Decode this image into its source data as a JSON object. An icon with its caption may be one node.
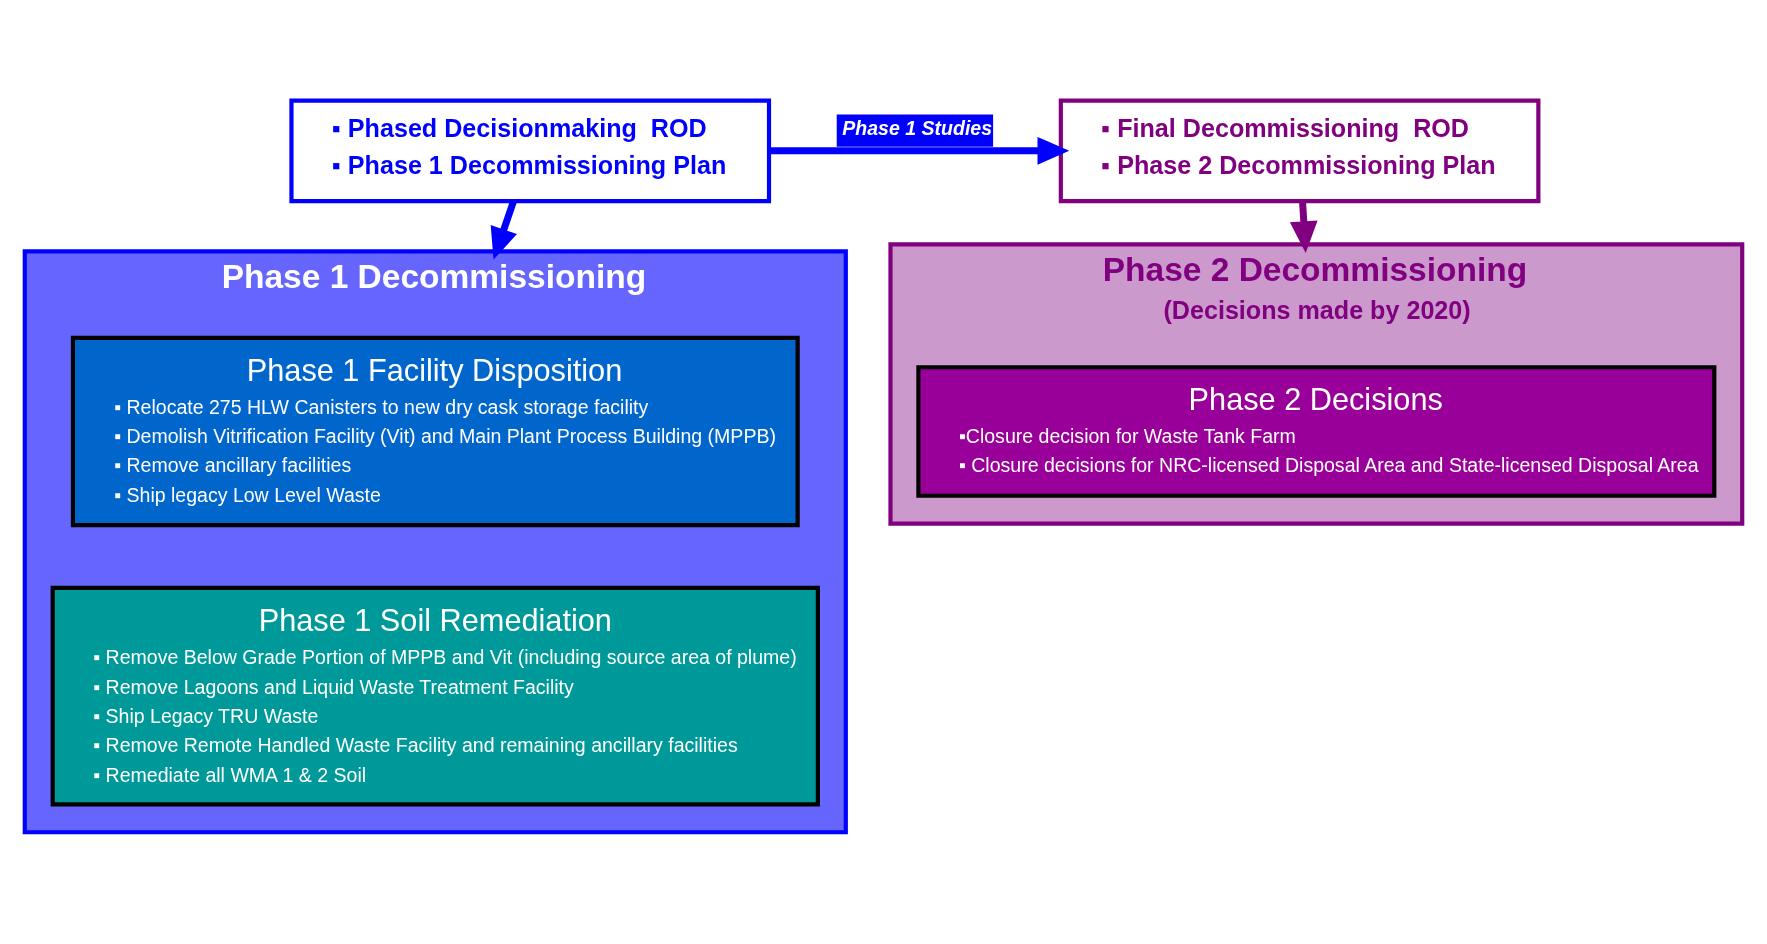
{
  "diagram": {
    "nodes": [
      {
        "text": [
          "▪ Phased Decisionmaking  ROD",
          "▪ Phase 1 Decommissioning Plan"
        ]
      },
      {
        "text": [
          "▪ Final Decommissioning  ROD",
          "▪ Phase 2 Decommissioning Plan"
        ]
      },
      {
        "text": [
          "Phase 1 Decommissioning"
        ]
      },
      {
        "text": [
          "Phase 1 Facility Disposition",
          "▪ Relocate 275 HLW Canisters to new dry cask storage facility",
          "▪ Demolish Vitrification Facility (Vit) and Main Plant Process Building (MPPB)",
          "▪ Remove ancillary facilities",
          "▪ Ship legacy Low Level Waste"
        ],
        "in": 2
      },
      {
        "text": [
          "Phase 1 Soil Remediation",
          "▪ Remove Below Grade Portion of MPPB and Vit (including source area of plume)",
          "▪ Remove Lagoons and Liquid Waste Treatment Facility",
          "▪ Ship Legacy TRU Waste",
          "▪ Remove Remote Handled Waste Facility and remaining ancillary facilities",
          "▪ Remediate all WMA 1 & 2 Soil"
        ],
        "in": 2
      },
      {
        "text": [
          "Phase 2 Decommissioning",
          "(Decisions made by 2020)"
        ]
      },
      {
        "text": [
          "Phase 2 Decisions",
          "▪Closure decision for Waste Tank Farm",
          "▪ Closure decisions for NRC-licensed Disposal Area and State-licensed Disposal Area"
        ],
        "in": 5
      }
    ],
    "edges": [
      {
        "from": 0,
        "to": 1,
        "arrow": "to",
        "label": "Phase 1 Studies",
        "color": "#0000ff"
      },
      {
        "from": 0,
        "to": 2,
        "arrow": "to",
        "color": "#0000ff"
      },
      {
        "from": 1,
        "to": 5,
        "arrow": "to",
        "color": "#800080"
      }
    ]
  }
}
